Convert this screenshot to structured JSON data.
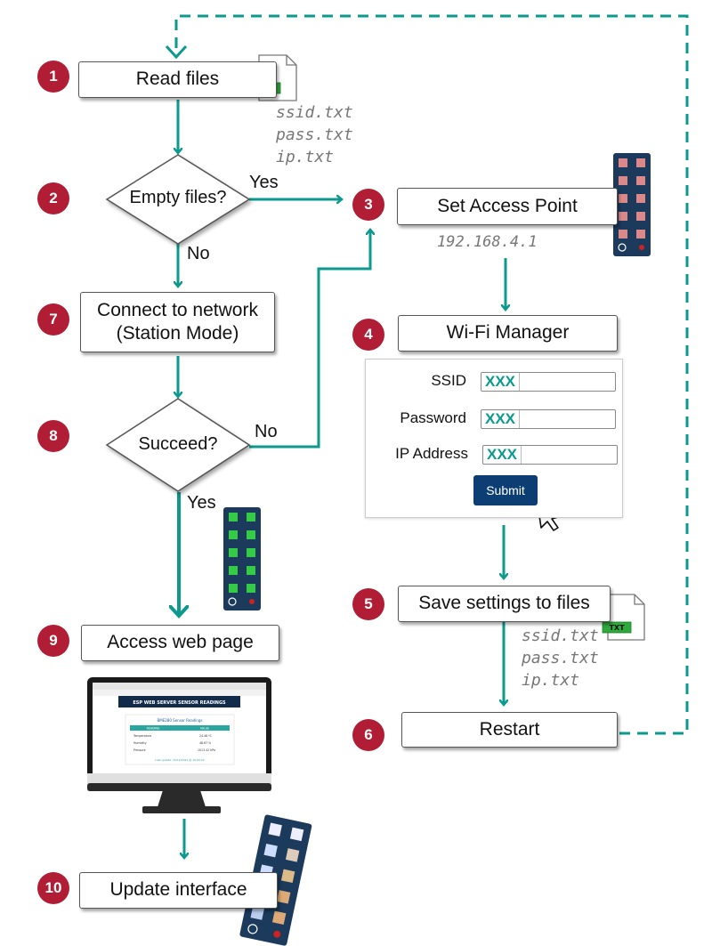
{
  "steps": {
    "s1": {
      "num": "1",
      "label": "Read files"
    },
    "s2": {
      "num": "2",
      "label": "Empty files?"
    },
    "s3": {
      "num": "3",
      "label": "Set Access Point"
    },
    "s4": {
      "num": "4",
      "label": "Wi-Fi Manager"
    },
    "s5": {
      "num": "5",
      "label": "Save settings to files"
    },
    "s6": {
      "num": "6",
      "label": "Restart"
    },
    "s7": {
      "num": "7",
      "label_line1": "Connect to network",
      "label_line2": "(Station Mode)"
    },
    "s8": {
      "num": "8",
      "label": "Succeed?"
    },
    "s9": {
      "num": "9",
      "label": "Access web page"
    },
    "s10": {
      "num": "10",
      "label": "Update interface"
    }
  },
  "edges": {
    "yes_2_3": "Yes",
    "no_2_7": "No",
    "no_8_3": "No",
    "yes_8_9": "Yes"
  },
  "files_top": [
    "ssid.txt",
    "pass.txt",
    "ip.txt"
  ],
  "files_bottom": [
    "ssid.txt",
    "pass.txt",
    "ip.txt"
  ],
  "txt_tag": "TXT",
  "ap_ip": "192.168.4.1",
  "form": {
    "ssid_label": "SSID",
    "password_label": "Password",
    "ip_label": "IP Address",
    "value": "XXX",
    "submit_label": "Submit"
  },
  "monitor": {
    "page_heading": "ESP WEB SERVER SENSOR READINGS",
    "card_title": "BME280 Sensor Readings",
    "col_reading": "READING",
    "col_value": "VALUE",
    "rows": [
      {
        "reading": "Temperature",
        "value": "24.48 ºC"
      },
      {
        "reading": "Humidity",
        "value": "48.67 %"
      },
      {
        "reading": "Pressure",
        "value": "1013.42 hPa"
      }
    ],
    "footer": "Last update: 15/12/2021 @ 10:00:22"
  },
  "colors": {
    "teal": "#0b9a8d",
    "badge": "#b01d34",
    "submit": "#0d3e73",
    "board": "#1b3a5c"
  }
}
